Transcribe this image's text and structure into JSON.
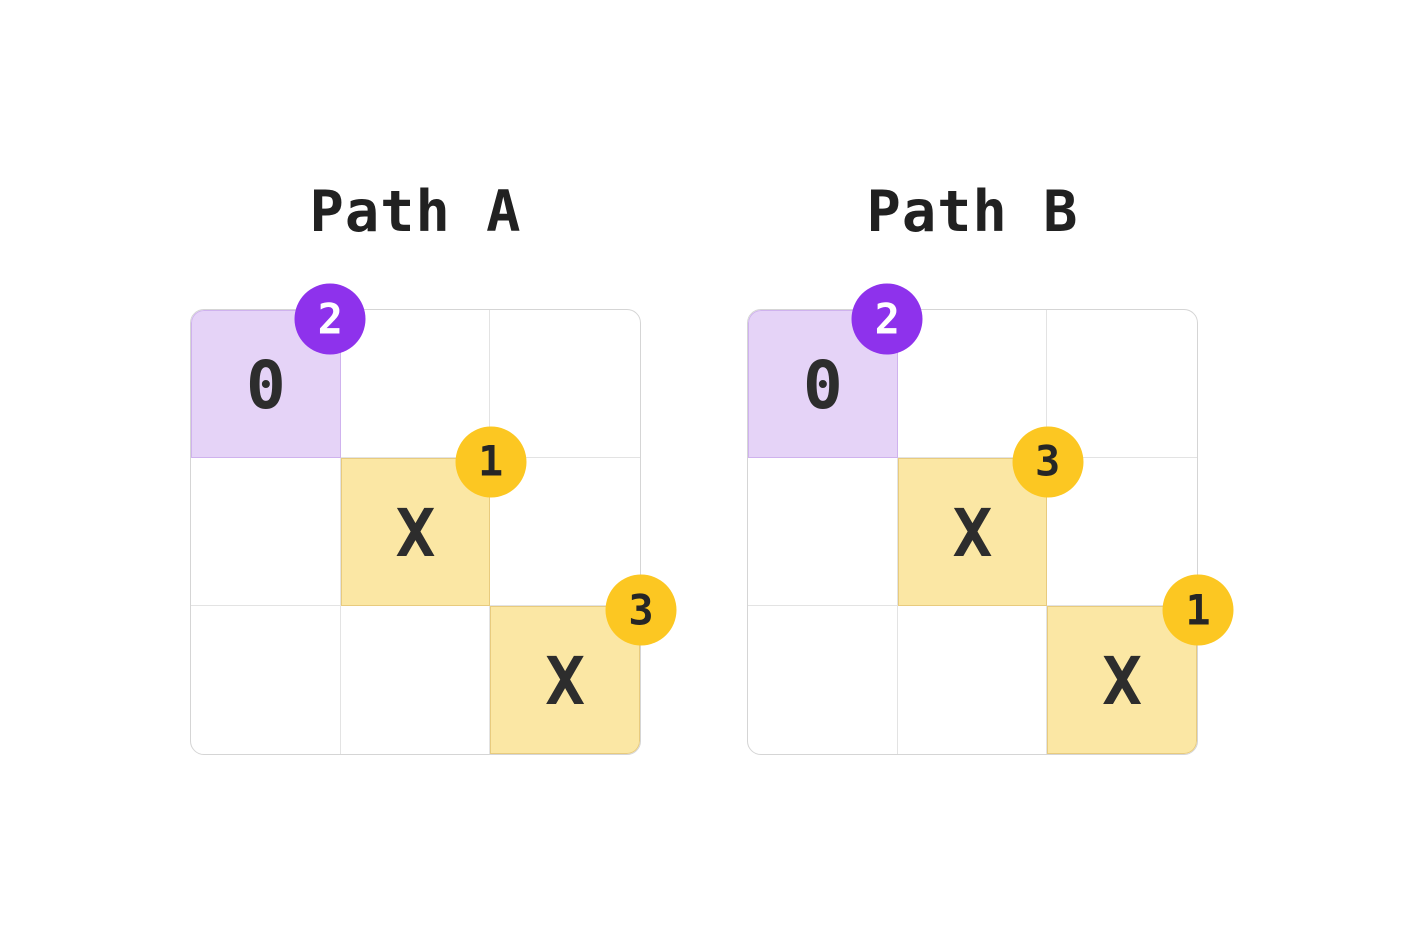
{
  "colors": {
    "title_color": "#212121",
    "grid_border": "#d5d5d5",
    "grid_line": "#e3e3e3",
    "cell_text": "#2d2d2d",
    "start_bg": "#e5d3f7",
    "start_border": "#cfb2ee",
    "start_badge_bg": "#8e32ec",
    "start_badge_text": "#ffffff",
    "visit_bg": "#fbe7a4",
    "visit_border": "#e8cb7e",
    "visit_badge_bg": "#fcc722",
    "visit_badge_text": "#262626"
  },
  "panels": [
    {
      "title": "Path A",
      "grid": {
        "rows": 3,
        "cols": 3
      },
      "cells": [
        {
          "row": 0,
          "col": 0,
          "label": "0",
          "type": "start",
          "badge": "2"
        },
        {
          "row": 1,
          "col": 1,
          "label": "X",
          "type": "visited",
          "badge": "1"
        },
        {
          "row": 2,
          "col": 2,
          "label": "X",
          "type": "visited",
          "badge": "3"
        }
      ]
    },
    {
      "title": "Path B",
      "grid": {
        "rows": 3,
        "cols": 3
      },
      "cells": [
        {
          "row": 0,
          "col": 0,
          "label": "0",
          "type": "start",
          "badge": "2"
        },
        {
          "row": 1,
          "col": 1,
          "label": "X",
          "type": "visited",
          "badge": "3"
        },
        {
          "row": 2,
          "col": 2,
          "label": "X",
          "type": "visited",
          "badge": "1"
        }
      ]
    }
  ]
}
